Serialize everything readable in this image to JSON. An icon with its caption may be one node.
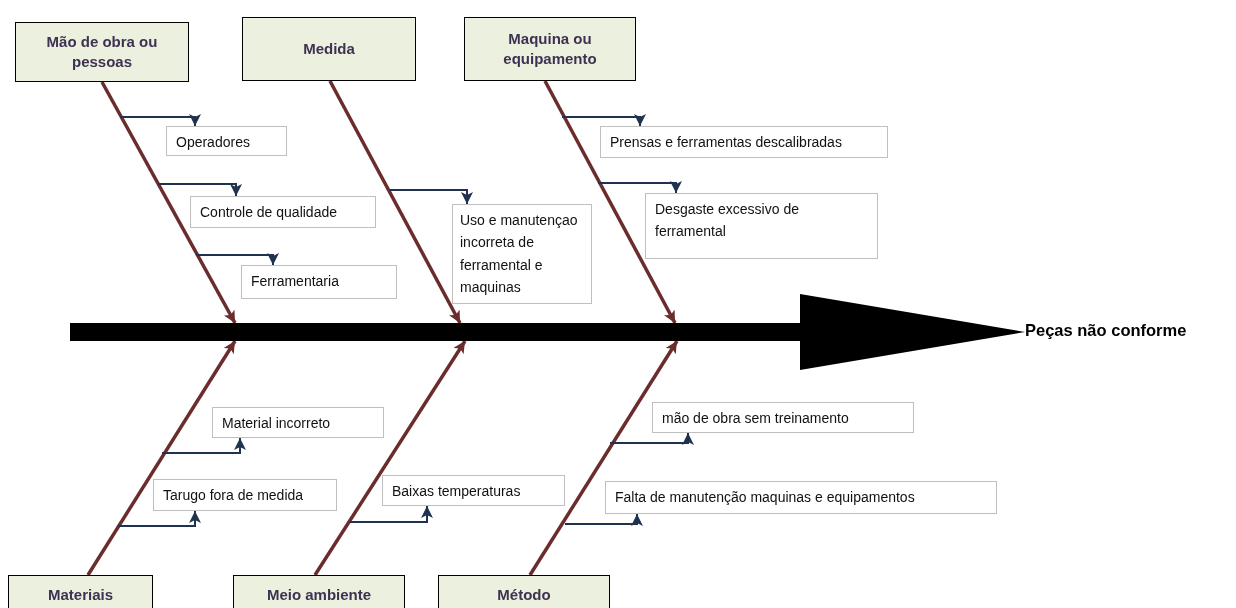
{
  "diagram": {
    "nodes": [
      {
        "text": [
          "Mão de obra ou pessoas"
        ]
      },
      {
        "text": [
          "Medida"
        ]
      },
      {
        "text": [
          "Maquina ou equipamento"
        ]
      },
      {
        "text": [
          "Materiais"
        ]
      },
      {
        "text": [
          "Meio ambiente"
        ]
      },
      {
        "text": [
          "Método"
        ]
      },
      {
        "text": [],
        "shape": "bar"
      },
      {
        "text": [
          "Peças não conforme"
        ]
      },
      {
        "text": [
          "Operadores"
        ]
      },
      {
        "text": [
          "Controle de qualidade"
        ]
      },
      {
        "text": [
          "Ferramentaria"
        ]
      },
      {
        "text": [
          "Uso e manutençao incorreta de ferramental e maquinas"
        ]
      },
      {
        "text": [
          "Prensas e ferramentas descalibradas"
        ]
      },
      {
        "text": [
          "Desgaste excessivo de ferramental"
        ]
      },
      {
        "text": [
          "Material incorreto"
        ]
      },
      {
        "text": [
          "Tarugo fora de medida"
        ]
      },
      {
        "text": [
          "Baixas temperaturas"
        ]
      },
      {
        "text": [
          "mão de obra sem treinamento"
        ]
      },
      {
        "text": [
          "Falta de manutenção maquinas e equipamentos"
        ]
      }
    ],
    "edges": [
      {
        "from": 0,
        "to": 6,
        "arrow": "to",
        "color": "#6b2c2c"
      },
      {
        "from": 1,
        "to": 6,
        "arrow": "to",
        "color": "#6b2c2c"
      },
      {
        "from": 2,
        "to": 6,
        "arrow": "to",
        "color": "#6b2c2c"
      },
      {
        "from": 3,
        "to": 6,
        "arrow": "to",
        "color": "#6b2c2c"
      },
      {
        "from": 4,
        "to": 6,
        "arrow": "to",
        "color": "#6b2c2c"
      },
      {
        "from": 5,
        "to": 6,
        "arrow": "to",
        "color": "#6b2c2c"
      },
      {
        "from": 6,
        "to": 7,
        "arrow": "to",
        "style": "thick",
        "color": "#000000"
      },
      {
        "from": null,
        "to": 8,
        "arrow": "to"
      },
      {
        "from": null,
        "to": 9,
        "arrow": "to"
      },
      {
        "from": null,
        "to": 10,
        "arrow": "to"
      },
      {
        "from": null,
        "to": 11,
        "arrow": "to"
      },
      {
        "from": null,
        "to": 12,
        "arrow": "to"
      },
      {
        "from": null,
        "to": 13,
        "arrow": "to"
      },
      {
        "from": null,
        "to": 14,
        "arrow": "to"
      },
      {
        "from": null,
        "to": 15,
        "arrow": "to"
      },
      {
        "from": null,
        "to": 16,
        "arrow": "to"
      },
      {
        "from": null,
        "to": 17,
        "arrow": "to"
      },
      {
        "from": null,
        "to": 18,
        "arrow": "to"
      }
    ]
  }
}
